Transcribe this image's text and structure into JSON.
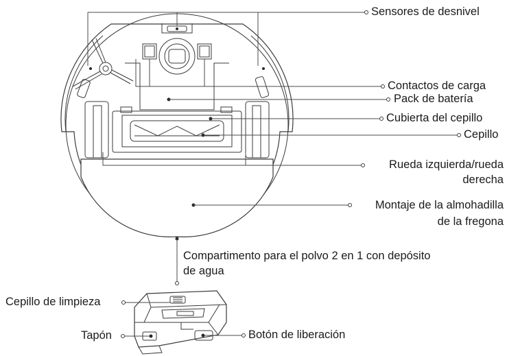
{
  "labels": {
    "cliff_sensors": "Sensores de desnivel",
    "charging_contacts": "Contactos de carga",
    "battery_pack": "Pack de batería",
    "brush_cover": "Cubierta del cepillo",
    "brush": "Cepillo",
    "wheels_line1": "Rueda izquierda/rueda",
    "wheels_line2": "derecha",
    "mop_line1": "Montaje de la almohadilla",
    "mop_line2": "de la fregona",
    "dustbin_line1": "Compartimento para el polvo 2 en 1 con depósito",
    "dustbin_line2": "de agua",
    "cleaning_brush": "Cepillo de limpieza",
    "plug": "Tapón",
    "release_button": "Botón de liberación"
  },
  "colors": {
    "line": "#4a4a4a",
    "text": "#1a1a1a",
    "background": "#ffffff"
  }
}
